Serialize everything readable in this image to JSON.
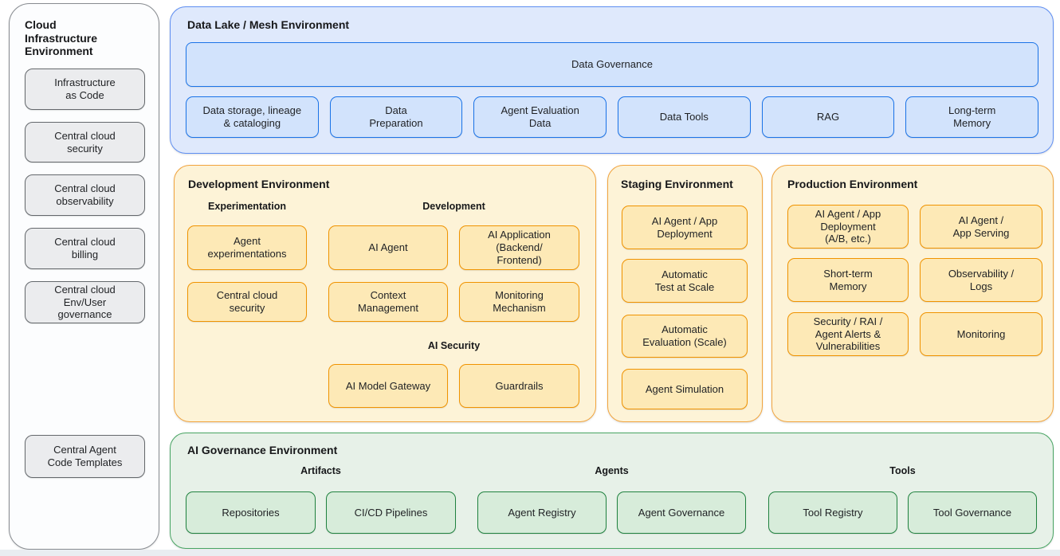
{
  "sidebar": {
    "title": "Cloud\nInfrastructure\nEnvironment",
    "items": [
      {
        "label": "Infrastructure\nas Code"
      },
      {
        "label": "Central cloud\nsecurity"
      },
      {
        "label": "Central cloud\nobservability"
      },
      {
        "label": "Central cloud\nbilling"
      },
      {
        "label": "Central cloud\nEnv/User\ngovernance"
      },
      {
        "label": "Central Agent\nCode Templates"
      }
    ]
  },
  "data_lake": {
    "title": "Data Lake / Mesh Environment",
    "governance_bar": "Data Governance",
    "boxes": [
      {
        "label": "Data storage, lineage\n& cataloging"
      },
      {
        "label": "Data\nPreparation"
      },
      {
        "label": "Agent Evaluation\nData"
      },
      {
        "label": "Data Tools"
      },
      {
        "label": "RAG"
      },
      {
        "label": "Long-term\nMemory"
      }
    ]
  },
  "development": {
    "title": "Development Environment",
    "experimentation_heading": "Experimentation",
    "development_heading": "Development",
    "ai_security_heading": "AI Security",
    "boxes": {
      "agent_experimentations": "Agent\nexperimentations",
      "ai_agent": "AI Agent",
      "ai_application": "AI Application\n(Backend/\nFrontend)",
      "central_cloud_security": "Central cloud\nsecurity",
      "context_management": "Context\nManagement",
      "monitoring_mechanism": "Monitoring\nMechanism",
      "ai_model_gateway": "AI Model Gateway",
      "guardrails": "Guardrails"
    }
  },
  "staging": {
    "title": "Staging Environment",
    "boxes": [
      {
        "label": "AI Agent / App\nDeployment"
      },
      {
        "label": "Automatic\nTest at Scale"
      },
      {
        "label": "Automatic\nEvaluation (Scale)"
      },
      {
        "label": "Agent Simulation"
      }
    ]
  },
  "production": {
    "title": "Production Environment",
    "boxes": [
      {
        "label": "AI Agent / App\nDeployment\n(A/B, etc.)"
      },
      {
        "label": "AI Agent /\nApp Serving"
      },
      {
        "label": "Short-term\nMemory"
      },
      {
        "label": "Observability /\nLogs"
      },
      {
        "label": "Security / RAI /\nAgent Alerts &\nVulnerabilities"
      },
      {
        "label": "Monitoring"
      }
    ]
  },
  "ai_governance": {
    "title": "AI Governance Environment",
    "groups": [
      {
        "heading": "Artifacts",
        "boxes": [
          {
            "label": "Repositories"
          },
          {
            "label": "CI/CD Pipelines"
          }
        ]
      },
      {
        "heading": "Agents",
        "boxes": [
          {
            "label": "Agent Registry"
          },
          {
            "label": "Agent Governance"
          }
        ]
      },
      {
        "heading": "Tools",
        "boxes": [
          {
            "label": "Tool Registry"
          },
          {
            "label": "Tool Governance"
          }
        ]
      }
    ]
  },
  "colors": {
    "blue_border": "#1a73e8",
    "blue_fill": "#d2e3fc",
    "blue_env_fill": "#dfe9fc",
    "orange_border": "#f09300",
    "orange_fill": "#fde9b6",
    "orange_env_fill": "#fdf3d7",
    "green_border": "#20823f",
    "green_fill": "#d7ecda",
    "green_env_fill": "#e7f1e8",
    "gray_border": "#64686c",
    "gray_fill": "#ebecee"
  }
}
